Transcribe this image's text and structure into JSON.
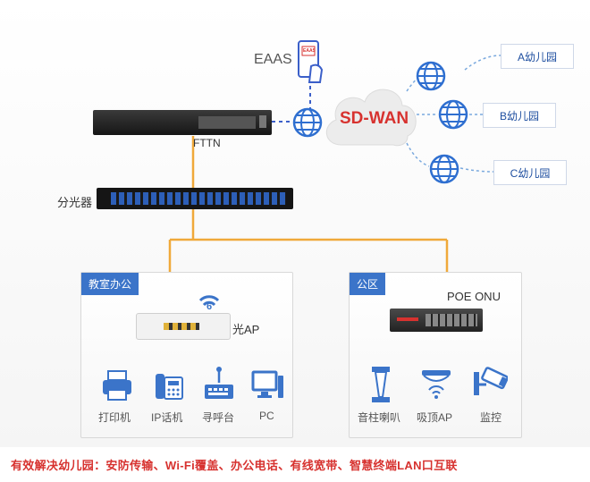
{
  "cloud": {
    "label": "SD-WAN"
  },
  "eaas": {
    "label": "EAAS",
    "phone_badge": "EAAS"
  },
  "kindergartens": [
    "A幼儿园",
    "B幼儿园",
    "C幼儿园"
  ],
  "fttn": {
    "label": "FTTN"
  },
  "splitter": {
    "label": "分光器"
  },
  "classroom": {
    "title": "教室办公",
    "ap_label": "光AP",
    "wifi_badge": "6",
    "devices": [
      "打印机",
      "IP话机",
      "寻呼台",
      "PC"
    ]
  },
  "public_area": {
    "title": "公区",
    "onu_label": "POE ONU",
    "devices": [
      "音柱喇叭",
      "吸顶AP",
      "监控"
    ]
  },
  "footer": {
    "text": "有效解决幼儿园：安防传输、Wi-Fi覆盖、办公电话、有线宽带、智慧终端LAN口互联"
  },
  "colors": {
    "line_orange": "#f0a93a",
    "line_blue": "#3b5fc9",
    "accent_red": "#d7322f",
    "cloud_text": "#d7322f"
  }
}
